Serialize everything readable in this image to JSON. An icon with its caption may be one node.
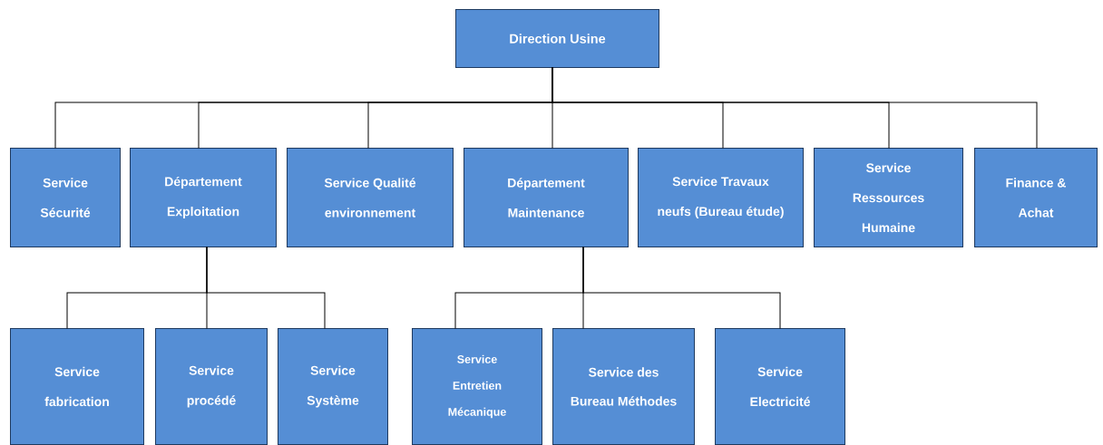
{
  "diagram": {
    "nodes": [
      {
        "text": [
          "Direction Usine"
        ]
      },
      {
        "text": [
          "Service Sécurité"
        ]
      },
      {
        "text": [
          "Département Exploitation"
        ]
      },
      {
        "text": [
          "Service Qualité environnement"
        ]
      },
      {
        "text": [
          "Département Maintenance"
        ]
      },
      {
        "text": [
          "Service Travaux neufs (Bureau étude)"
        ]
      },
      {
        "text": [
          "Service Ressources Humaine"
        ]
      },
      {
        "text": [
          "Finance & Achat"
        ]
      },
      {
        "text": [
          "Service fabrication"
        ]
      },
      {
        "text": [
          "Service procédé"
        ]
      },
      {
        "text": [
          "Service Système"
        ]
      },
      {
        "text": [
          "Service Entretien Mécanique"
        ]
      },
      {
        "text": [
          "Service des Bureau Méthodes"
        ]
      },
      {
        "text": [
          "Service Electricité"
        ]
      }
    ],
    "edges": [
      {
        "from": 0,
        "to": 1,
        "arrow": "none"
      },
      {
        "from": 0,
        "to": 2,
        "arrow": "none"
      },
      {
        "from": 0,
        "to": 3,
        "arrow": "none"
      },
      {
        "from": 0,
        "to": 4,
        "arrow": "none"
      },
      {
        "from": 0,
        "to": 5,
        "arrow": "none"
      },
      {
        "from": 0,
        "to": 6,
        "arrow": "none"
      },
      {
        "from": 0,
        "to": 7,
        "arrow": "none"
      },
      {
        "from": 2,
        "to": 8,
        "arrow": "none"
      },
      {
        "from": 2,
        "to": 9,
        "arrow": "none"
      },
      {
        "from": 2,
        "to": 10,
        "arrow": "none"
      },
      {
        "from": 4,
        "to": 11,
        "arrow": "none"
      },
      {
        "from": 4,
        "to": 12,
        "arrow": "none"
      },
      {
        "from": 4,
        "to": 13,
        "arrow": "none"
      }
    ]
  }
}
